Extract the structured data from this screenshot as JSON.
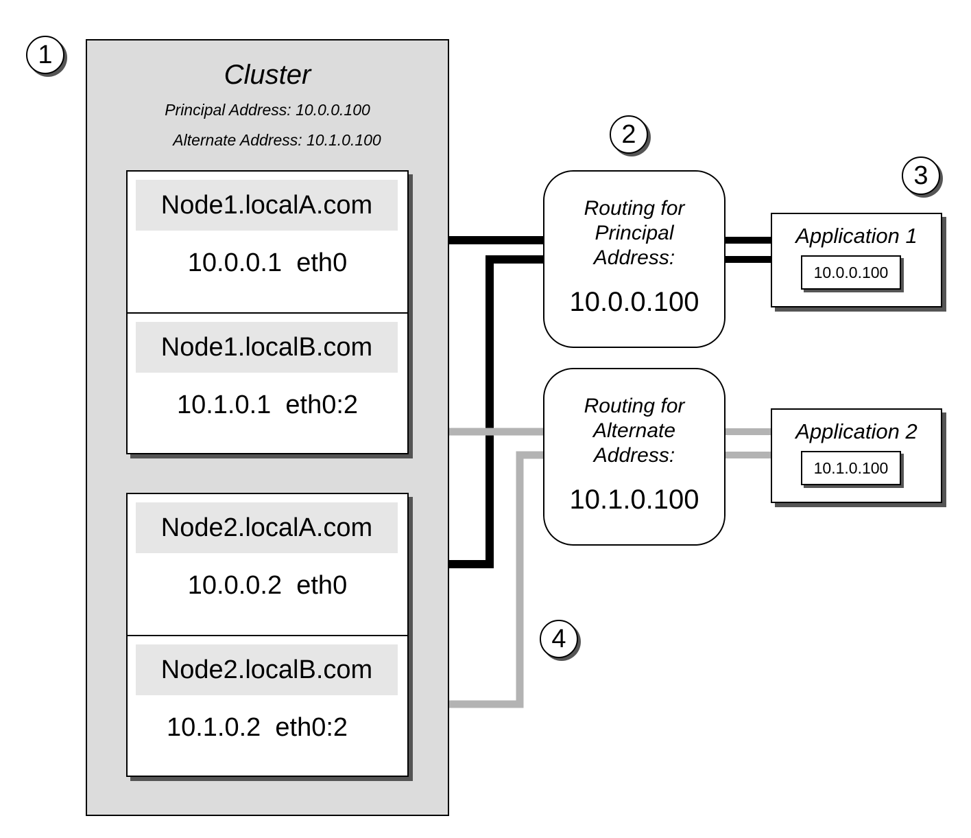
{
  "badges": {
    "b1": "1",
    "b2": "2",
    "b3": "3",
    "b4": "4"
  },
  "cluster": {
    "title": "Cluster",
    "principal": "Principal Address: 10.0.0.100",
    "alternate": "Alternate Address: 10.1.0.100"
  },
  "nodes": [
    {
      "host": "Node1.localA.com",
      "ip": "10.0.0.1  eth0"
    },
    {
      "host": "Node1.localB.com",
      "ip": "10.1.0.1  eth0:2"
    },
    {
      "host": "Node2.localA.com",
      "ip": "10.0.0.2  eth0"
    },
    {
      "host": "Node2.localB.com",
      "ip": "10.1.0.2  eth0:2"
    }
  ],
  "routers": [
    {
      "line1": "Routing for",
      "line2": "Principal",
      "line3": "Address:",
      "address": "10.0.0.100"
    },
    {
      "line1": "Routing for",
      "line2": "Alternate",
      "line3": "Address:",
      "address": "10.1.0.100"
    }
  ],
  "apps": [
    {
      "title": "Application 1",
      "ip": "10.0.0.100"
    },
    {
      "title": "Application 2",
      "ip": "10.1.0.100"
    }
  ],
  "colors": {
    "principal_line": "#000000",
    "alternate_line": "#b3b3b3",
    "cluster_bg": "#dcdcdc",
    "shadow": "#555555"
  }
}
